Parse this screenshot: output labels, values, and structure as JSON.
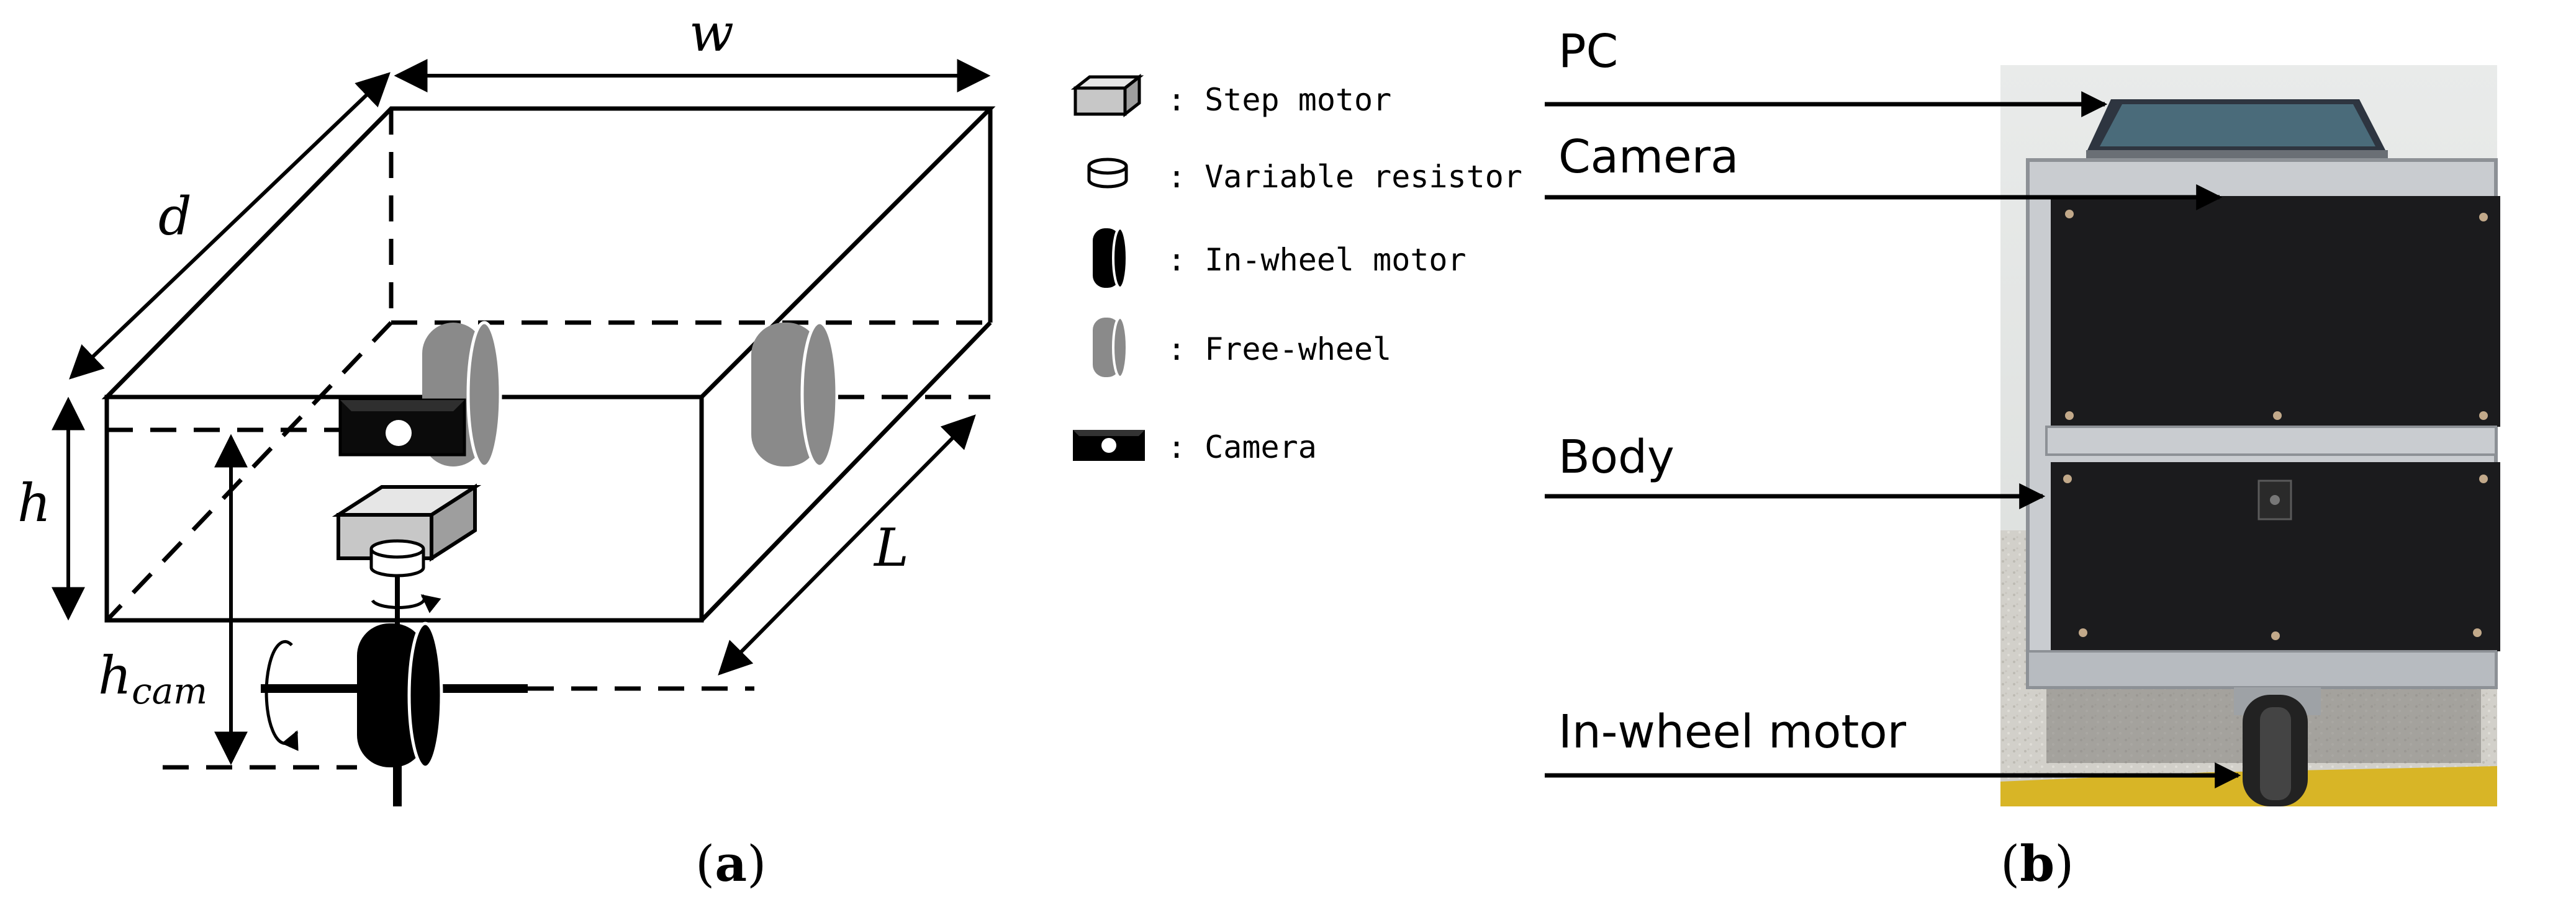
{
  "panel_a": {
    "caption_open": "(",
    "caption_letter": "a",
    "caption_close": ")",
    "dimensions": {
      "width": "w",
      "depth": "d",
      "height": "h",
      "length": "L",
      "camera_height": "h",
      "camera_height_subscript": "cam"
    }
  },
  "legend": {
    "items": [
      {
        "icon": "step-motor-icon",
        "label": ": Step motor"
      },
      {
        "icon": "variable-resistor-icon",
        "label": ": Variable resistor"
      },
      {
        "icon": "in-wheel-motor-icon",
        "label": ": In-wheel motor"
      },
      {
        "icon": "free-wheel-icon",
        "label": ": Free-wheel"
      },
      {
        "icon": "camera-icon",
        "label": ": Camera"
      }
    ]
  },
  "panel_b": {
    "caption_open": "(",
    "caption_letter": "b",
    "caption_close": ")",
    "labels": {
      "pc": "PC",
      "camera": "Camera",
      "body": "Body",
      "in_wheel_motor": "In-wheel motor"
    }
  },
  "colors": {
    "ink": "#000000",
    "wheel_gray": "#8a8a8a",
    "motor_gray": "#d6d6d6",
    "frame_silver": "#c9ccd0",
    "panel_black": "#1b1b1d",
    "floor_light": "#d4d2cc",
    "floor_yellow": "#d8b526"
  }
}
